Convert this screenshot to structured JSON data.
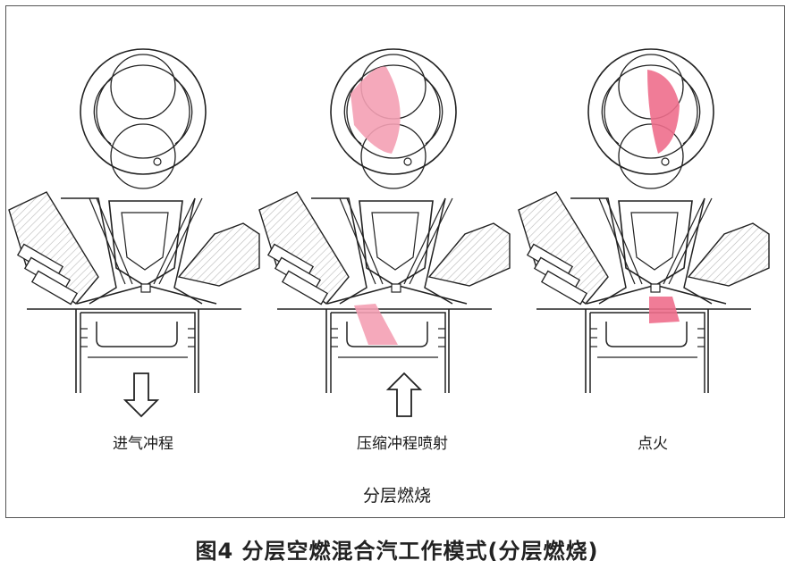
{
  "stages": [
    {
      "label": "进气冲程",
      "piston_motion": "down"
    },
    {
      "label": "压缩冲程喷射",
      "piston_motion": "up"
    },
    {
      "label": "点火",
      "piston_motion": "none"
    }
  ],
  "mode_label": "分层燃烧",
  "caption": "图4 分层空燃混合汽工作模式(分层燃烧)",
  "colors": {
    "mixture": "#f4a0b4",
    "mixture_dense": "#ee6e8c",
    "line": "#222222",
    "hatch": "#b0b0b0"
  },
  "icons": {
    "down": "arrow-down-icon",
    "up": "arrow-up-icon"
  }
}
